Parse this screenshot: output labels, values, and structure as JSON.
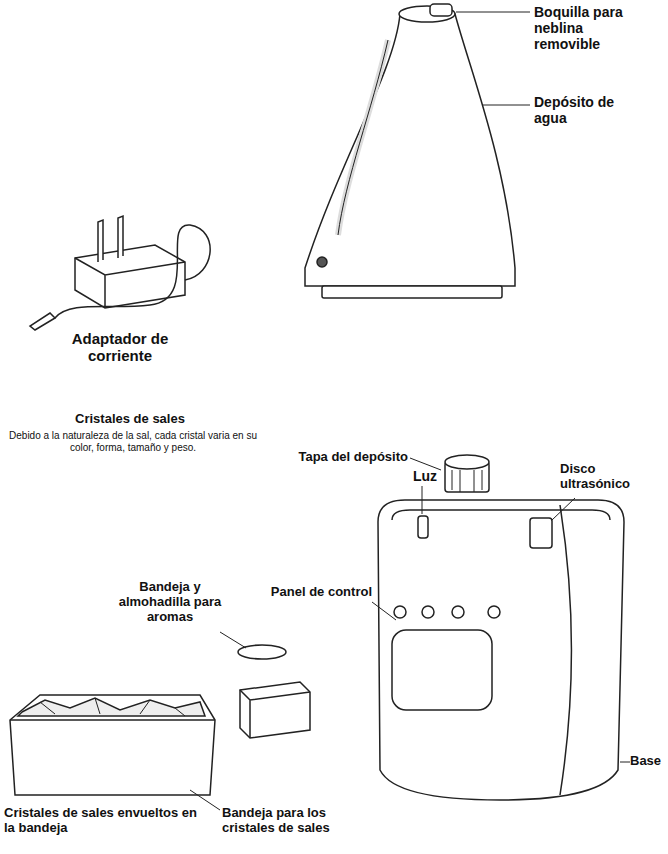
{
  "diagram": {
    "labels": [
      "Boquilla para neblina removible",
      "Depósito de agua",
      "Adaptador de corriente",
      "Cristales de sales",
      "Debido a la naturaleza de la sal, cada cristal varia en su color, forma, tamaño y peso.",
      "Tapa del depósito",
      "Luz",
      "Disco ultrasónico",
      "Panel de control",
      "Bandeja y almohadilla para aromas",
      "Bandeja para los cristales de sales",
      "Base",
      "Cristales de sales envueltos en la bandeja"
    ]
  }
}
